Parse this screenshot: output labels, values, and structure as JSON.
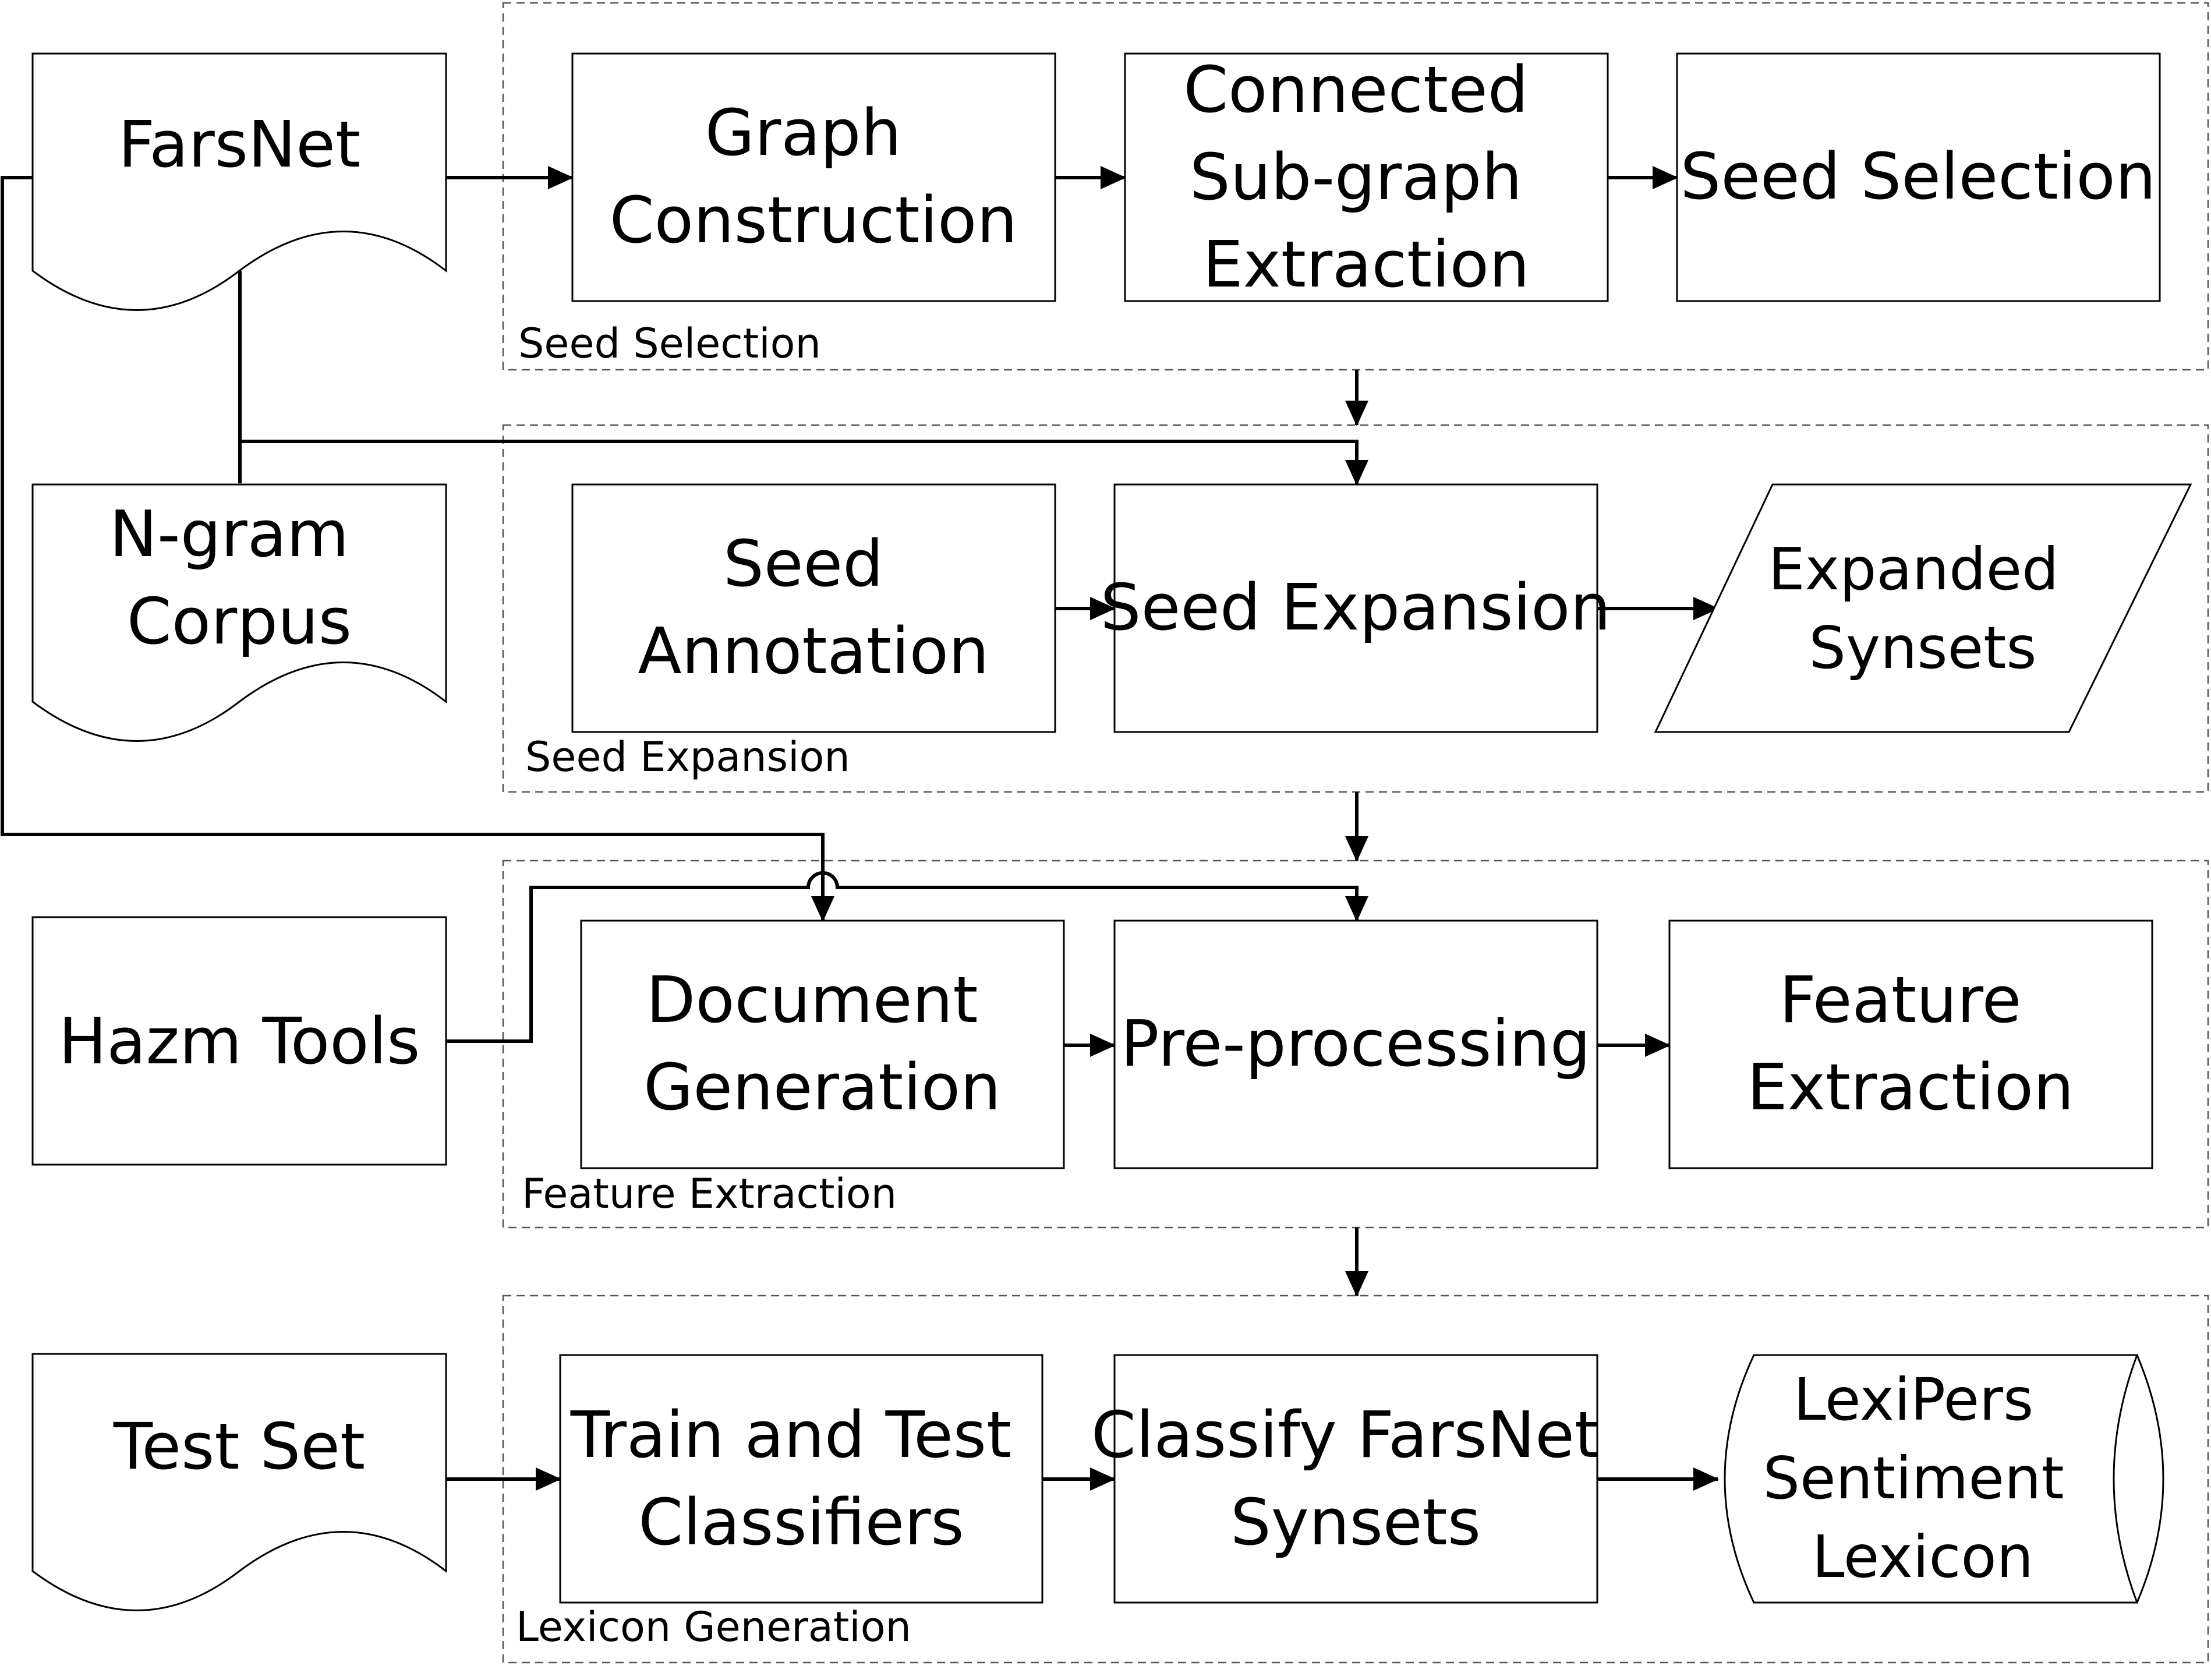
{
  "sections": {
    "seed_selection": "Seed Selection",
    "seed_expansion": "Seed Expansion",
    "feature_extraction": "Feature Extraction",
    "lexicon_generation": "Lexicon Generation"
  },
  "nodes": {
    "farsnet": [
      "FarsNet"
    ],
    "ngram_corpus": [
      "N-gram",
      "Corpus"
    ],
    "hazm_tools": [
      "Hazm Tools"
    ],
    "test_set": [
      "Test Set"
    ],
    "graph_construction": [
      "Graph",
      "Construction"
    ],
    "connected_subgraph_extraction": [
      "Connected",
      "Sub-graph",
      "Extraction"
    ],
    "seed_selection_step": [
      "Seed Selection"
    ],
    "seed_annotation": [
      "Seed",
      "Annotation"
    ],
    "seed_expansion_step": [
      "Seed Expansion"
    ],
    "expanded_synsets": [
      "Expanded",
      "Synsets"
    ],
    "document_generation": [
      "Document",
      "Generation"
    ],
    "pre_processing": [
      "Pre-processing"
    ],
    "feature_extraction_step": [
      "Feature",
      "Extraction"
    ],
    "train_test_classifiers": [
      "Train and Test",
      "Classifiers"
    ],
    "classify_farsnet_synsets": [
      "Classify FarsNet",
      "Synsets"
    ],
    "lexipers_lexicon": [
      "LexiPers",
      "Sentiment",
      "Lexicon"
    ]
  }
}
